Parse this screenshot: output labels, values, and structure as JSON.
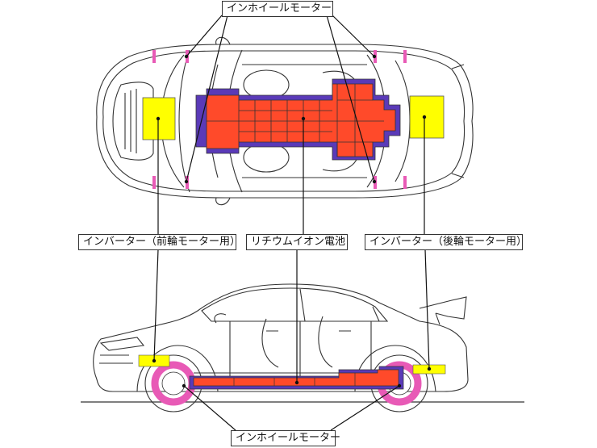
{
  "labels": {
    "in_wheel_motor_top": "インホイールモーター",
    "inverter_front": "インバーター（前輪モーター用）",
    "lithium_ion_battery": "リチウムイオン電池",
    "inverter_rear": "インバーター（後輪モーター用）",
    "in_wheel_motor_bottom": "インホイールモーター"
  },
  "colors": {
    "battery_fill": "#ff4a2a",
    "battery_frame": "#5a3ab8",
    "inverter_fill": "#ffff00",
    "motor_marker": "#e85ab6",
    "outline": "#333333"
  }
}
